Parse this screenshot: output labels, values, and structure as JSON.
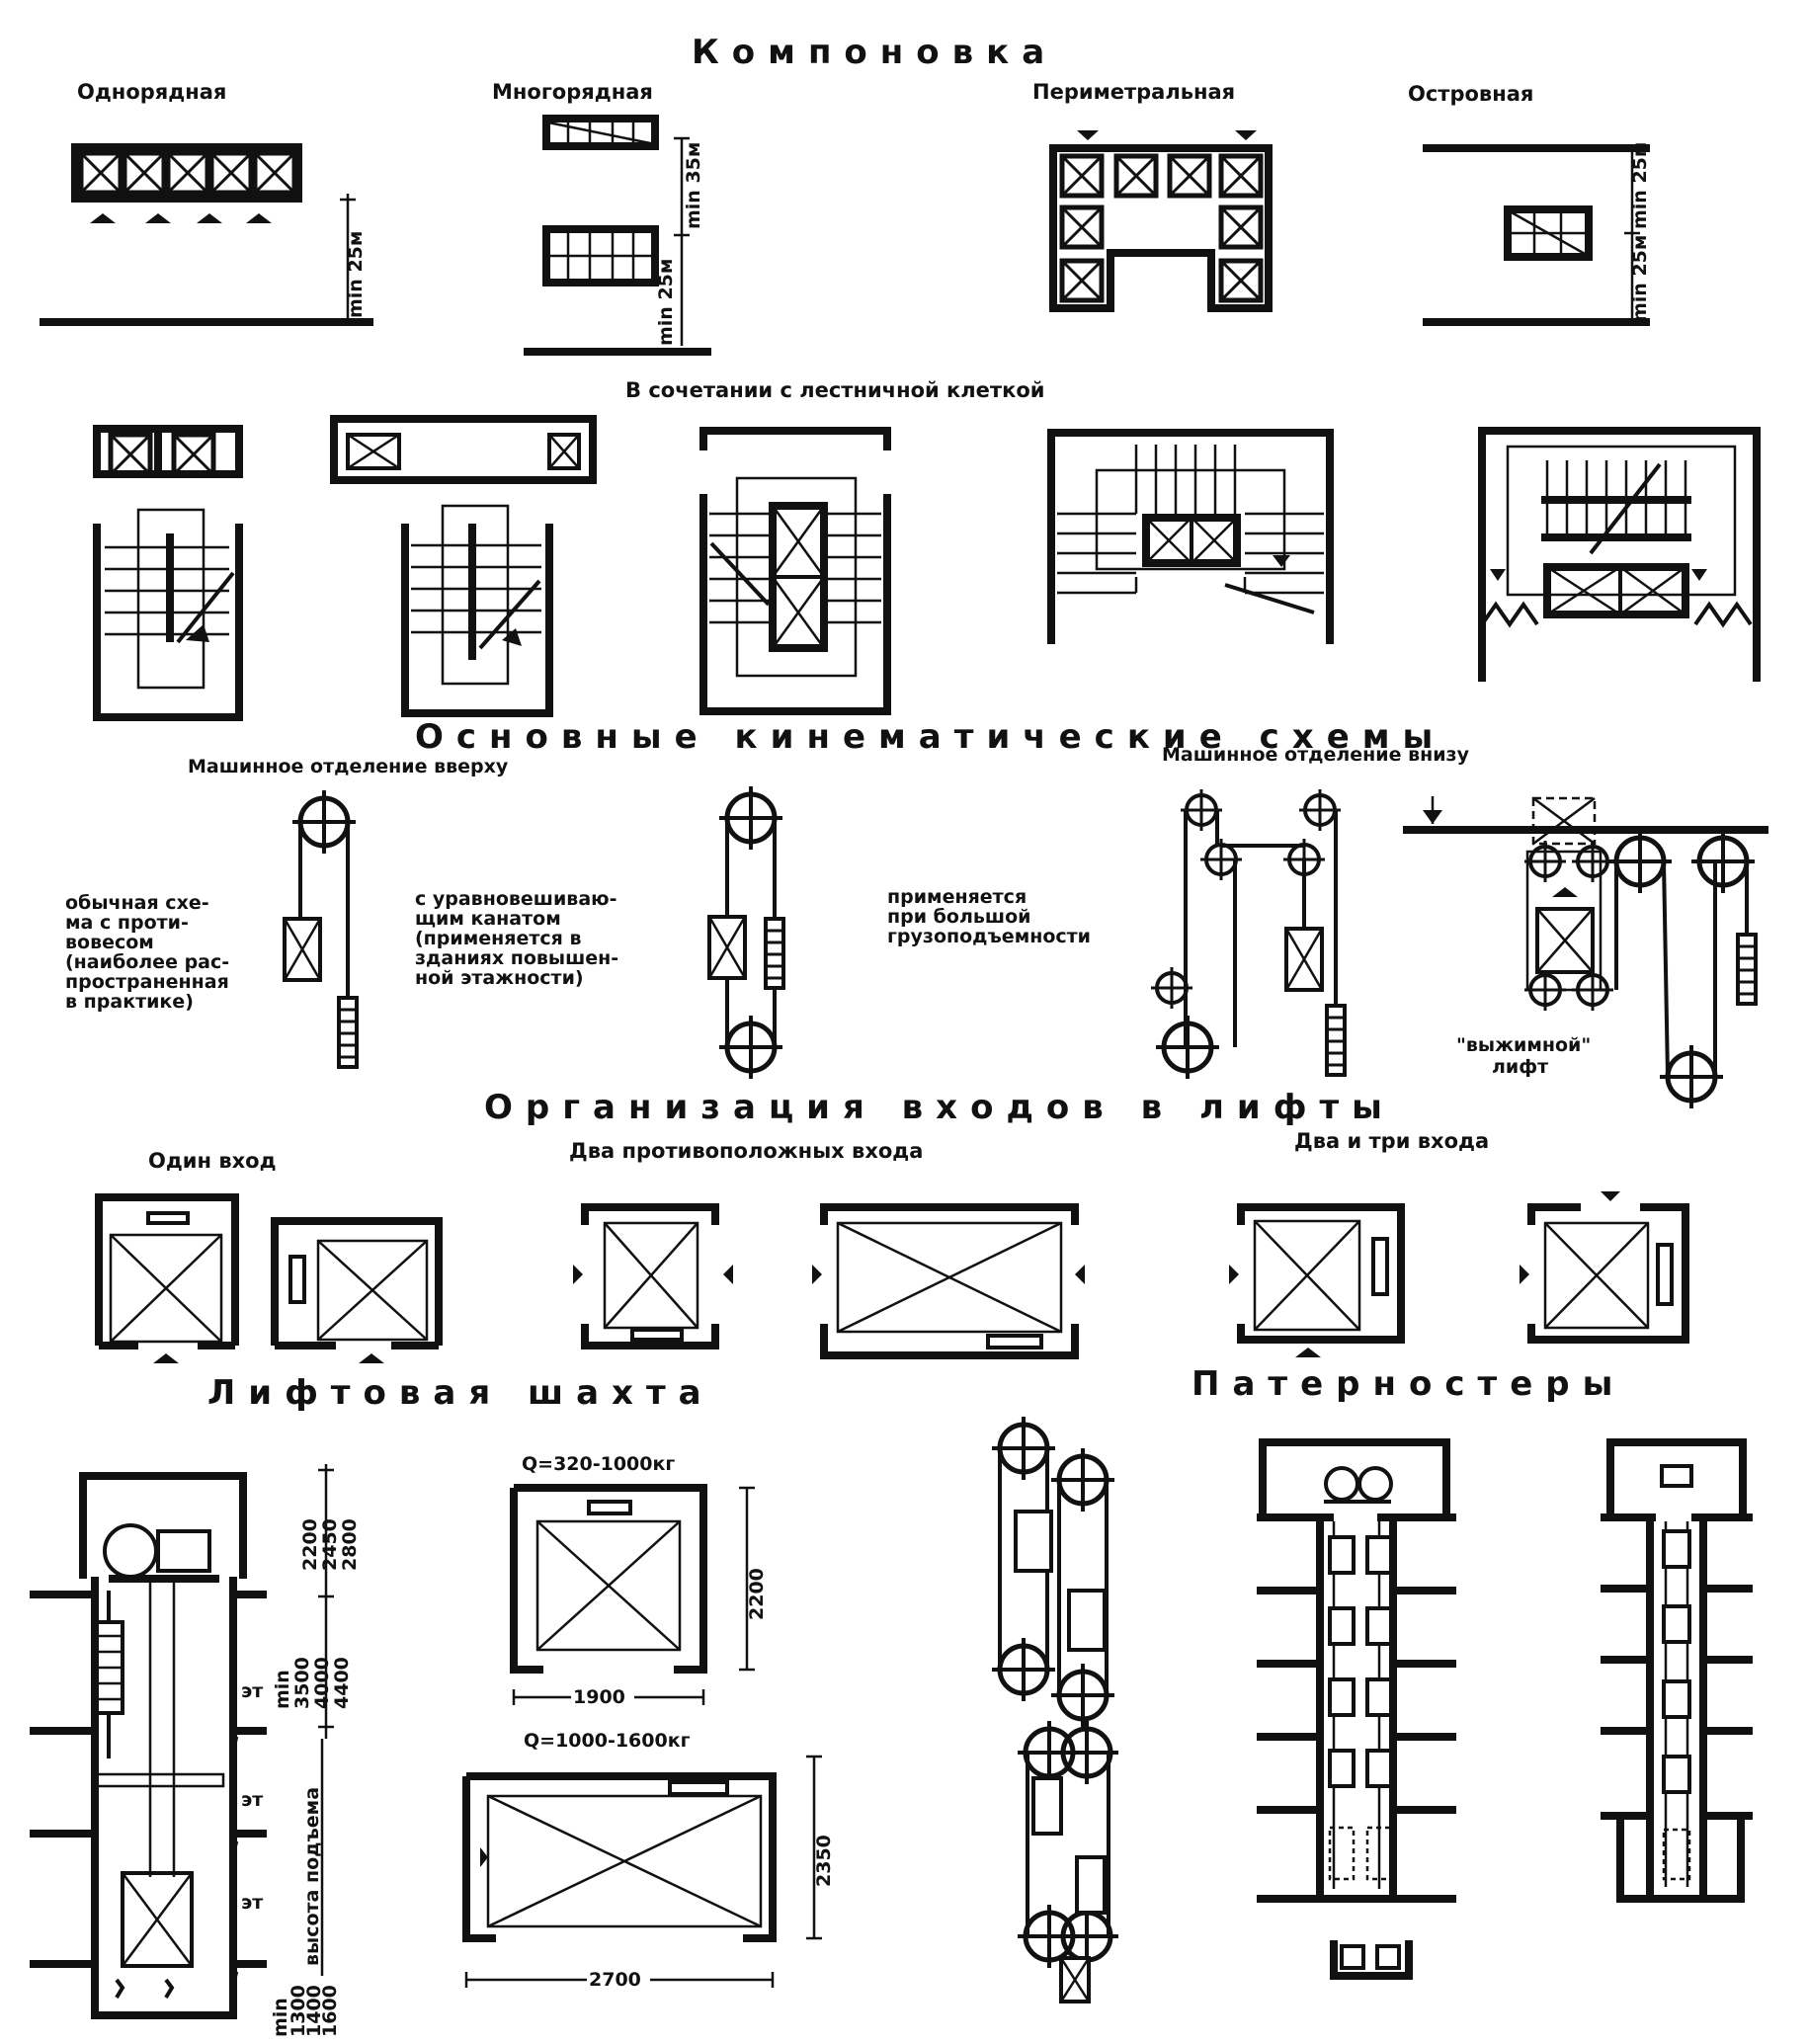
{
  "titles": {
    "layout": "Компоновка",
    "stair_combination": "В сочетании с лестничной клеткой",
    "kinematic": "Основные кинематические схемы",
    "entrances": "Организация входов в лифты",
    "shaft": "Лифтовая шахта",
    "paternoster": "Патерностеры"
  },
  "layout": {
    "single_row": "Однорядная",
    "multi_row": "Многорядная",
    "perimeter": "Периметральная",
    "island": "Островная",
    "dim_single": "min 25м",
    "dim_multi_a": "min 35м",
    "dim_multi_b": "min 25м",
    "dim_island_a": "min 25м",
    "dim_island_b": "min 25м"
  },
  "kinematic": {
    "machine_top": "Машинное отделение вверху",
    "machine_bottom": "Машинное отделение внизу",
    "scheme_counterweight": [
      "обычная схе-",
      "ма с проти-",
      "вовесом",
      "(наиболее рас-",
      "пространенная",
      "в практике)"
    ],
    "scheme_balance_rope": [
      "с уравновешиваю-",
      "щим канатом",
      "(применяется в",
      "зданиях повышен-",
      "ной этажности)"
    ],
    "scheme_heavy": [
      "применяется",
      "при большой",
      "грузоподъемности"
    ],
    "pushing_lift": [
      "\"выжимной\"",
      "лифт"
    ]
  },
  "entrances": {
    "one": "Один вход",
    "two_opposite": "Два противоположных входа",
    "two_three": "Два и три входа"
  },
  "shaft": {
    "overrun_dims": [
      "2200",
      "2450",
      "2800"
    ],
    "pit_dims": [
      "min",
      "3500",
      "4000",
      "4400"
    ],
    "floor_label": "эт",
    "travel_height": "высота подъема",
    "bottom_dims": [
      "min",
      "1300",
      "1400",
      "1600"
    ],
    "small_capacity": "Q=320-1000кг",
    "small_depth": "2200",
    "small_width": "1900",
    "large_capacity": "Q=1000-1600кг",
    "large_depth": "2350",
    "large_width": "2700"
  }
}
